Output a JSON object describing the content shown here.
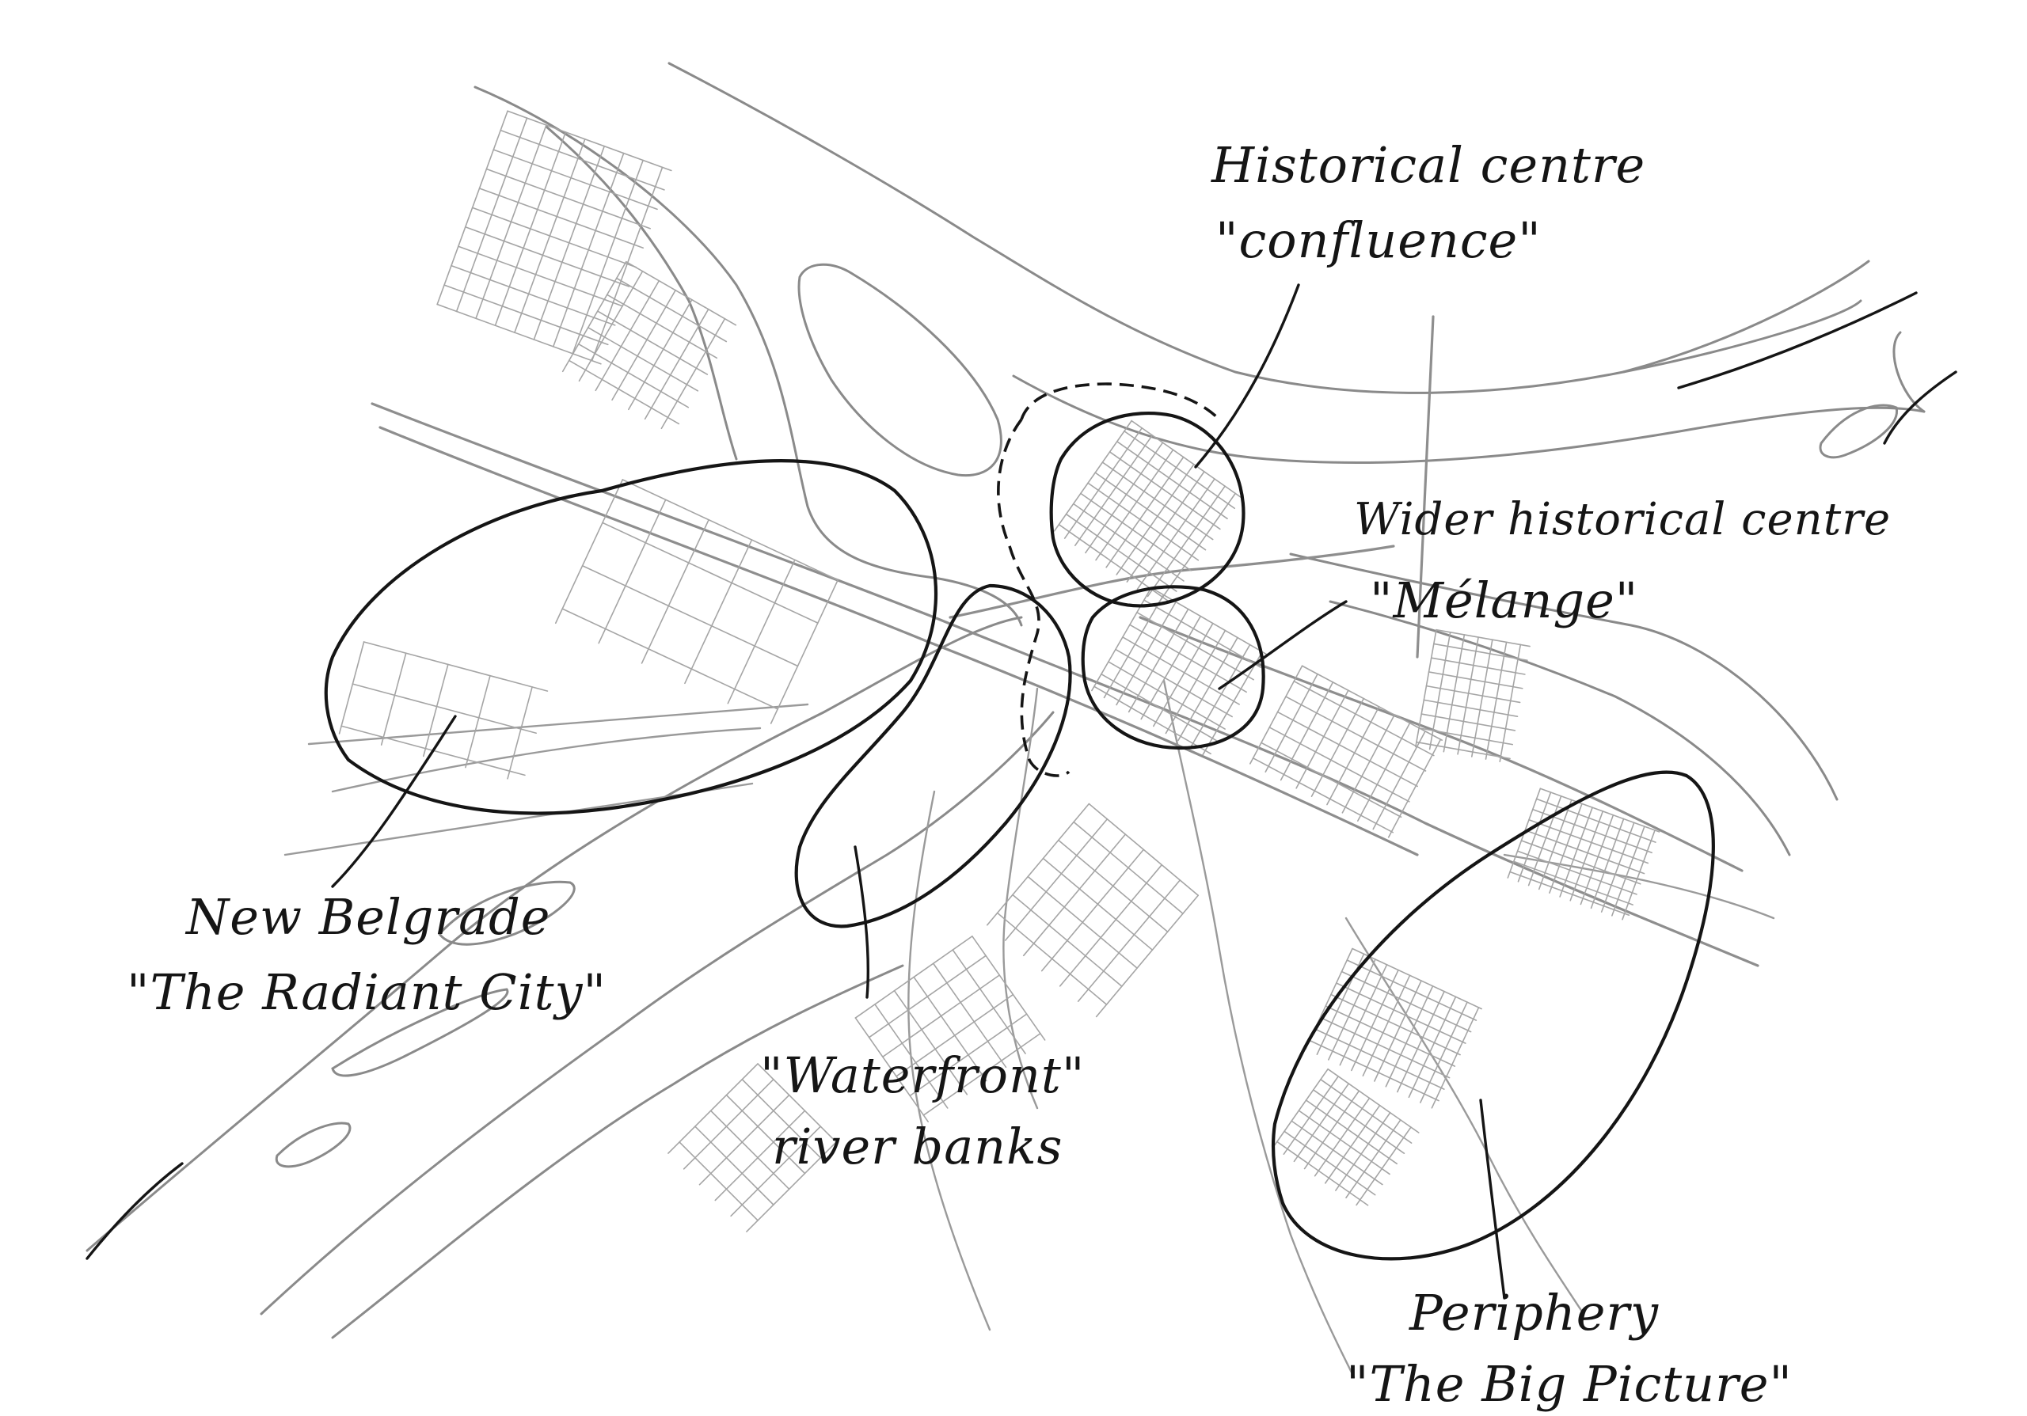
{
  "map": {
    "annotations": [
      {
        "id": "historical-centre",
        "line1": "Historical centre",
        "line2": "\"confluence\""
      },
      {
        "id": "wider-historical-centre",
        "line1": "Wider historical centre",
        "line2": "\"Mélange\""
      },
      {
        "id": "new-belgrade",
        "line1": "New Belgrade",
        "line2": "\"The Radiant City\""
      },
      {
        "id": "waterfront",
        "line1": "\"Waterfront\"",
        "line2": "river banks"
      },
      {
        "id": "periphery",
        "line1": "Periphery",
        "line2": "\"The Big Picture\""
      }
    ],
    "colors": {
      "ink": "#151515",
      "base_map": "#8a8a8a",
      "paper": "#ffffff"
    }
  }
}
